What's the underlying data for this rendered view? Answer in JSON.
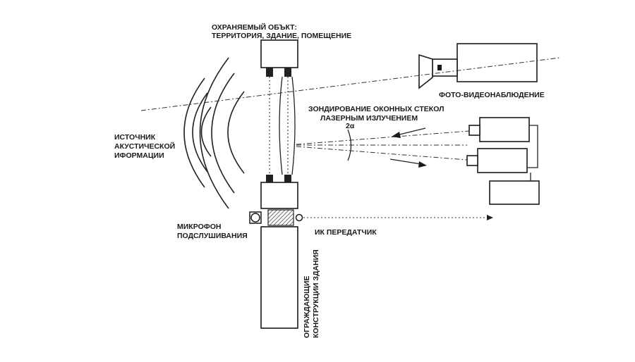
{
  "labels": {
    "protected_object_line1": "ОХРАНЯЕМЫЙ ОБЪКТ:",
    "protected_object_line2": "ТЕРРИТОРИЯ, ЗДАНИЕ, ПОМЕЩЕНИЕ",
    "photo_video": "ФОТО-ВИДЕОНАБЛЮДЕНИЕ",
    "laser_line1": "ЗОНДИРОВАНИЕ ОКОННЫХ СТЕКОЛ",
    "laser_line2": "ЛАЗЕРНЫМ ИЗЛУЧЕНИЕМ",
    "acoustic_line1": "ИСТОЧНИК",
    "acoustic_line2": "АКУСТИЧЕСКОЙ",
    "acoustic_line3": "ИФОРМАЦИИ",
    "microphone_line1": "МИКРОФОН",
    "microphone_line2": "ПОДСЛУШИВАНИЯ",
    "ir_transmitter": "ИК ПЕРЕДАТЧИК",
    "enclosing_line1": "ОГРАЖДАЮЩИЕ",
    "enclosing_line2": "КОНСТРУКЦИИ ЗДАНИЯ",
    "angle_mark": "2α"
  }
}
